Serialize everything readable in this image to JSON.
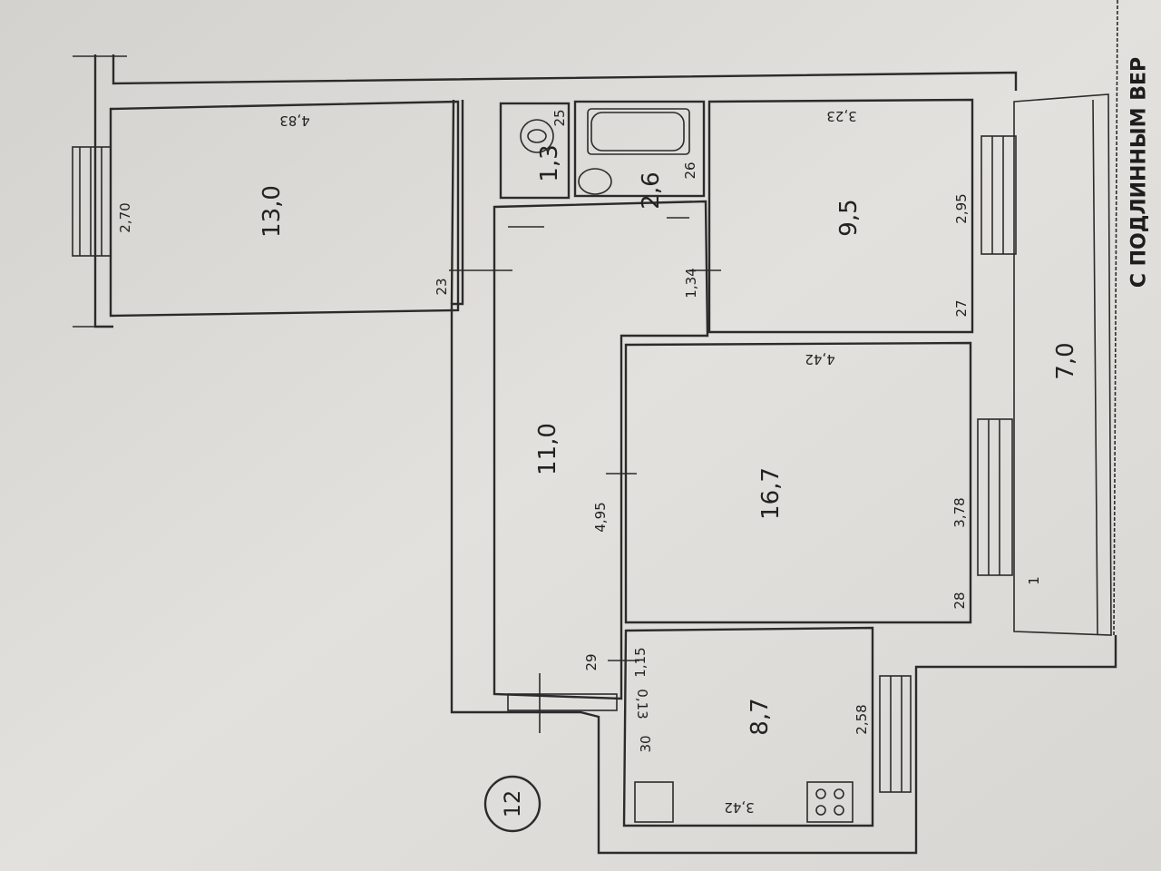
{
  "plan": {
    "apartment_number": "12",
    "rooms": [
      {
        "id": "room-1",
        "area": "13,0"
      },
      {
        "id": "toilet",
        "area": "1,3"
      },
      {
        "id": "bathroom",
        "area": "2,6"
      },
      {
        "id": "room-2",
        "area": "9,5"
      },
      {
        "id": "corridor",
        "area": "11,0"
      },
      {
        "id": "room-3",
        "area": "16,7"
      },
      {
        "id": "kitchen",
        "area": "8,7"
      },
      {
        "id": "balcony",
        "area": "7,0"
      }
    ],
    "dimensions": {
      "room1_length": "4,83",
      "room1_width": "2,70",
      "room1_door": "23",
      "toilet_door": "25",
      "bath_door": "26",
      "corridor_step": "1,34",
      "room2_length": "3,23",
      "room2_width": "2,95",
      "room2_door": "27",
      "room3_length": "4,42",
      "room3_width": "3,78",
      "room3_door": "28",
      "corridor_length": "4,95",
      "kitchen_door": "29",
      "kitchen_step": "1,15",
      "kitchen_offset": "0,13",
      "kitchen_door_2": "30",
      "kitchen_width": "2,58",
      "kitchen_length": "3,42",
      "balcony_mark": "1"
    },
    "stamp_text": "С ПОДЛИННЫМ ВЕР"
  },
  "colors": {
    "paper": "#dedcd8",
    "ink": "#2b2b2b"
  }
}
